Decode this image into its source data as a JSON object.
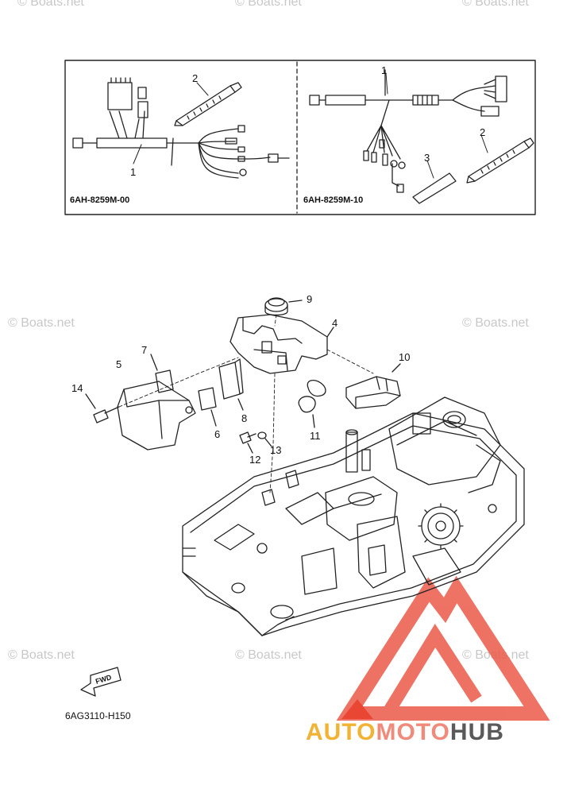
{
  "watermark": {
    "text": "© Boats.net"
  },
  "inset": {
    "left_code": "6AH-8259M-00",
    "right_code": "6AH-8259M-10",
    "left_labels": [
      "1",
      "2"
    ],
    "right_labels": [
      "1",
      "2",
      "3"
    ]
  },
  "callouts": [
    "9",
    "4",
    "7",
    "10",
    "5",
    "14",
    "8",
    "6",
    "11",
    "13",
    "12"
  ],
  "fwd_label": "FWD",
  "figure_code": "6AG3110-H150",
  "logo": {
    "part1": "AUTO",
    "part2": "MOTO",
    "part3": "HUB"
  },
  "colors": {
    "line": "#222222",
    "logo_red": "#e8412e",
    "logo_yellow": "#f2b233",
    "logo_gray": "#5a5a5a",
    "watermark": "#c8c8c8"
  }
}
